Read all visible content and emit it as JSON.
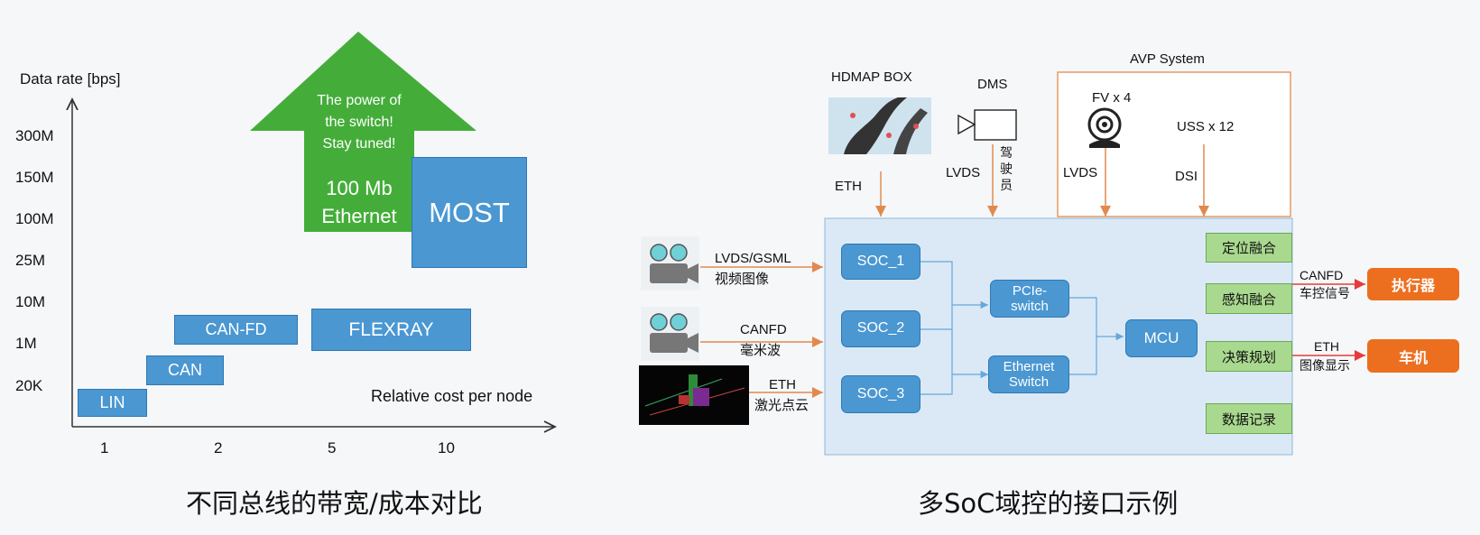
{
  "left": {
    "y_axis_title": "Data rate [bps]",
    "y_ticks": [
      "300M",
      "150M",
      "100M",
      "25M",
      "10M",
      "1M",
      "20K"
    ],
    "x_ticks": [
      "1",
      "2",
      "5",
      "10"
    ],
    "x_axis_title": "Relative cost per node",
    "bars": {
      "lin": "LIN",
      "can": "CAN",
      "canfd": "CAN-FD",
      "flexray": "FLEXRAY",
      "most": "MOST",
      "ethernet_line1": "100 Mb",
      "ethernet_line2": "Ethernet"
    },
    "arrow_text": [
      "The power of",
      "the switch!",
      "Stay tuned!"
    ],
    "caption": "不同总线的带宽/成本对比"
  },
  "right": {
    "hdmap_title": "HDMAP BOX",
    "hdmap_link": "ETH",
    "dms_title": "DMS",
    "dms_link": "LVDS",
    "dms_vertical": "驾驶员",
    "avp_title": "AVP  System",
    "fv_label": "FV x 4",
    "fv_link": "LVDS",
    "uss_label": "USS x 12",
    "uss_link": "DSI",
    "inputs": [
      {
        "link": "LVDS/GSML",
        "desc": "视频图像"
      },
      {
        "link": "CANFD",
        "desc": "毫米波"
      },
      {
        "link": "ETH",
        "desc": "激光点云"
      }
    ],
    "socs": [
      "SOC_1",
      "SOC_2",
      "SOC_3"
    ],
    "pcie_switch": [
      "PCIe-",
      "switch"
    ],
    "eth_switch": [
      "Ethernet",
      "Switch"
    ],
    "mcu": "MCU",
    "functions": [
      "定位融合",
      "感知融合",
      "决策规划",
      "数据记录"
    ],
    "outputs": [
      {
        "link": "CANFD",
        "desc": "车控信号",
        "target": "执行器"
      },
      {
        "link": "ETH",
        "desc": "图像显示",
        "target": "车机"
      }
    ],
    "caption": "多SoC域控的接口示例"
  },
  "colors": {
    "bar_blue": "#4a97d2",
    "arrow_green": "#44ad3a",
    "domain_fill": "#dbe9f6",
    "func_green": "#a9d98f",
    "output_orange": "#ec6f1f",
    "link_orange": "#e59a62"
  }
}
